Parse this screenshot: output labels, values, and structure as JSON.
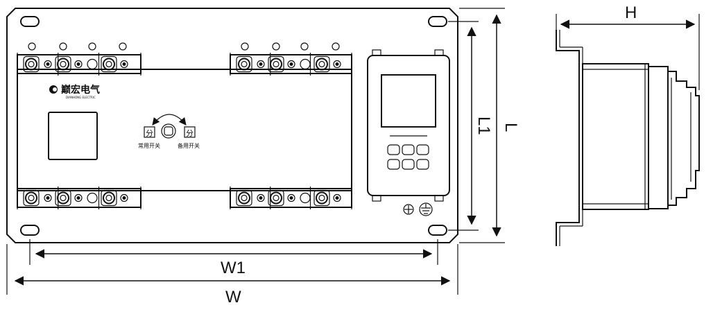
{
  "dimensions": {
    "w": "W",
    "w1": "W1",
    "l": "L",
    "l1": "L1",
    "h": "H"
  },
  "brand": {
    "name_cn": "巅宏电气",
    "name_en": "DIANHONG ELECTRIC"
  },
  "front_panel": {
    "off_label": "分",
    "normal_switch": "常用开关",
    "backup_switch": "备用开关"
  },
  "icons": [
    "ground-symbol-icon",
    "rotate-arrow-icon",
    "controller-display",
    "controller-keypad"
  ],
  "colors": {
    "line": "#111111",
    "background": "#ffffff"
  }
}
